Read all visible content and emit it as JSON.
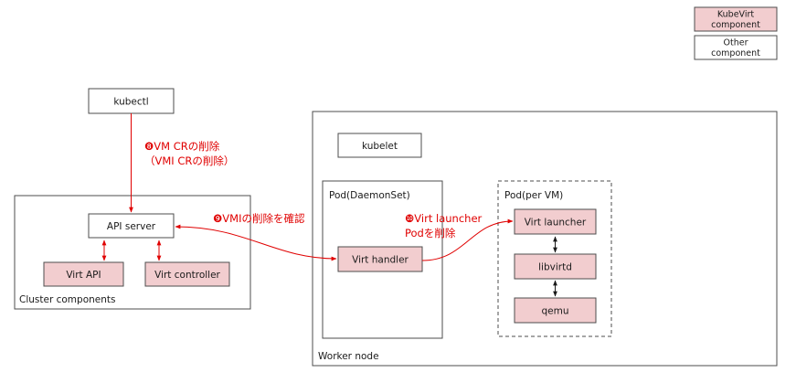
{
  "legend": {
    "kubevirt": [
      "KubeVirt",
      "component"
    ],
    "other": [
      "Other",
      "component"
    ]
  },
  "nodes": {
    "kubectl": "kubectl",
    "cluster_components": "Cluster components",
    "api_server": "API server",
    "virt_api": "Virt API",
    "virt_controller": "Virt controller",
    "worker_node": "Worker node",
    "kubelet": "kubelet",
    "pod_daemonset": "Pod(DaemonSet)",
    "virt_handler": "Virt handler",
    "pod_per_vm": "Pod(per VM)",
    "virt_launcher": "Virt launcher",
    "libvirtd": "libvirtd",
    "qemu": "qemu"
  },
  "steps": {
    "step8": [
      "❽VM CRの削除",
      "（VMI CRの削除）"
    ],
    "step9": "❾VMIの削除を確認",
    "step10": [
      "❿Virt launcher",
      "Podを削除"
    ]
  },
  "colors": {
    "kubevirt_fill": "#f2cdcf",
    "arrow_red": "#e00000",
    "border": "#4d4d4d"
  }
}
